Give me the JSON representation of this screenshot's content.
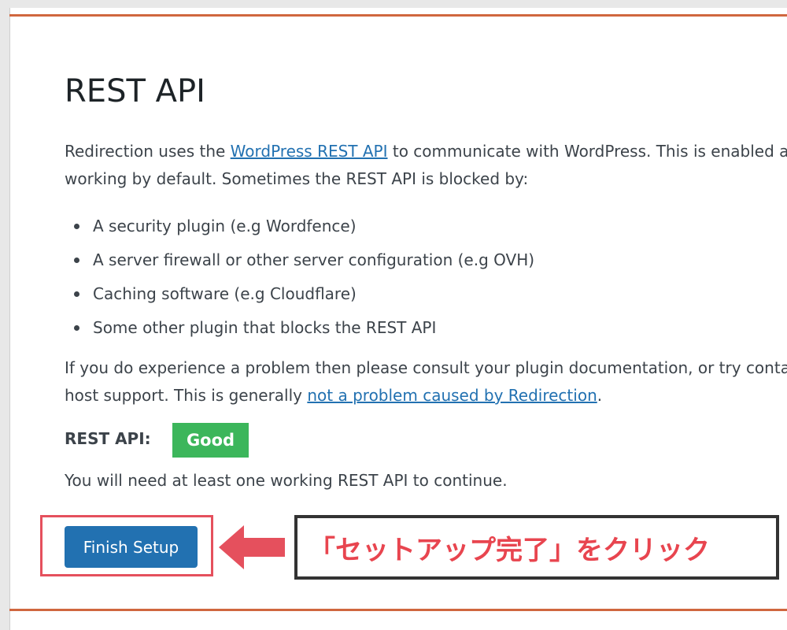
{
  "page": {
    "title": "REST API",
    "intro": {
      "text_before_link": "Redirection uses the ",
      "link_text": "WordPress REST API",
      "text_after_link": " to communicate with WordPress. This is enabled and",
      "line2": "working by default. Sometimes the REST API is blocked by:"
    },
    "bullets": [
      "A security plugin (e.g Wordfence)",
      "A server firewall or other server configuration (e.g OVH)",
      "Caching software (e.g Cloudflare)",
      "Some other plugin that blocks the REST API"
    ],
    "problem": {
      "line1": "If you do experience a problem then please consult your plugin documentation, or try contacting your",
      "line2_before_link": "host support. This is generally ",
      "link_text": "not a problem caused by Redirection",
      "line2_after_link": "."
    },
    "status": {
      "label": "REST API:",
      "badge": "Good",
      "badge_color": "#3cb65b"
    },
    "note": "You will need at least one working REST API to continue.",
    "finish_button": "Finish Setup"
  },
  "annotation": {
    "callout_text": "「セットアップ完了」をクリック",
    "highlight_color": "#e5505d",
    "arrow_icon": "left-arrow-icon"
  },
  "colors": {
    "accent": "#d0673f",
    "link": "#2271b1",
    "button": "#2271b1"
  }
}
